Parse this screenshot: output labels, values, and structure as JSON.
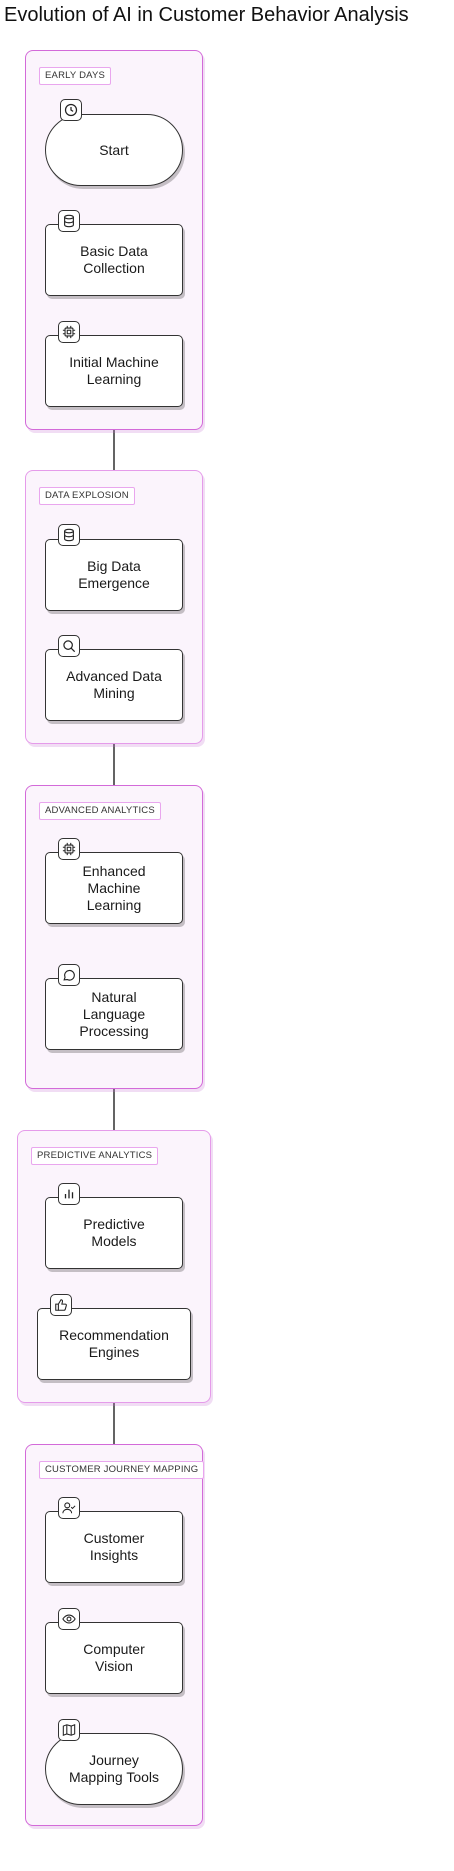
{
  "title": "Evolution of AI in Customer Behavior Analysis",
  "groups": {
    "early_days": "EARLY DAYS",
    "data_explosion": "DATA EXPLOSION",
    "advanced_analytics": "ADVANCED ANALYTICS",
    "predictive_analytics": "PREDICTIVE ANALYTICS",
    "customer_journey_mapping": "CUSTOMER JOURNEY MAPPING"
  },
  "nodes": {
    "start": {
      "label": "Start",
      "icon": "clock-icon"
    },
    "basic_data": {
      "label": "Basic Data\nCollection",
      "icon": "database-icon"
    },
    "initial_ml": {
      "label": "Initial Machine\nLearning",
      "icon": "cpu-icon"
    },
    "big_data": {
      "label": "Big Data\nEmergence",
      "icon": "database-icon"
    },
    "data_mining": {
      "label": "Advanced Data\nMining",
      "icon": "search-icon"
    },
    "enhanced_ml": {
      "label": "Enhanced\nMachine\nLearning",
      "icon": "cpu-icon"
    },
    "nlp": {
      "label": "Natural\nLanguage\nProcessing",
      "icon": "message-icon"
    },
    "predictive_models": {
      "label": "Predictive\nModels",
      "icon": "bar-chart-icon"
    },
    "recommendation": {
      "label": "Recommendation\nEngines",
      "icon": "thumbs-up-icon"
    },
    "customer_insights": {
      "label": "Customer\nInsights",
      "icon": "user-check-icon"
    },
    "computer_vision": {
      "label": "Computer\nVision",
      "icon": "eye-icon"
    },
    "journey_tools": {
      "label": "Journey\nMapping Tools",
      "icon": "map-icon"
    }
  },
  "colors": {
    "group_border": "#d36ad9",
    "group_fill": "#fbf4fc",
    "node_border": "#333333"
  }
}
